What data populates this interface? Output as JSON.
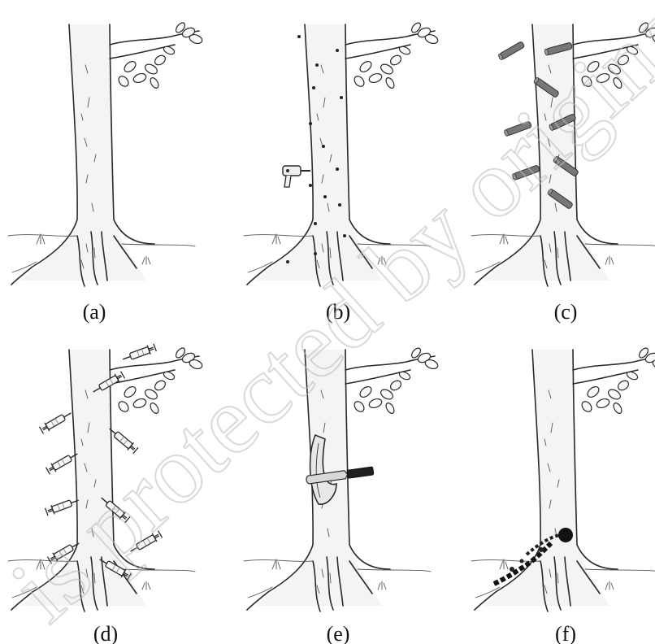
{
  "figure": {
    "panels": [
      {
        "id": "a",
        "label": "(a)",
        "treatment": "none"
      },
      {
        "id": "b",
        "label": "(b)",
        "treatment": "drilled-holes"
      },
      {
        "id": "c",
        "label": "(c)",
        "treatment": "inserted-pegs"
      },
      {
        "id": "d",
        "label": "(d)",
        "treatment": "syringe-injection"
      },
      {
        "id": "e",
        "label": "(e)",
        "treatment": "bark-cut-with-knife"
      },
      {
        "id": "f",
        "label": "(f)",
        "treatment": "burned-base"
      }
    ],
    "watermark": "is protected by original co",
    "icons": [
      "tree-icon",
      "drill-icon",
      "syringe-icon",
      "knife-icon",
      "burn-mark-icon"
    ],
    "colors": {
      "ink": "#2a2a2a",
      "peg": "#777777",
      "watermark": "#bbbbbb"
    }
  }
}
